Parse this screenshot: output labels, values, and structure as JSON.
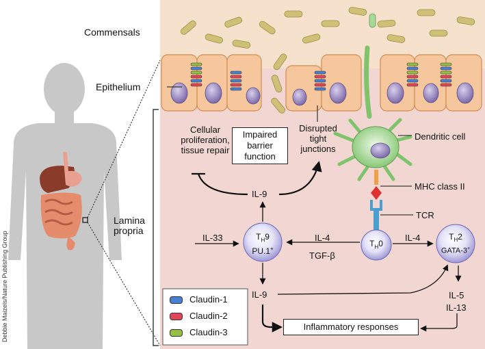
{
  "credit": "Debbie Maizels/Nature Publishing Group",
  "regions": {
    "commensals": "Commensals",
    "epithelium": "Epithelium",
    "lamina_propria": "Lamina\npropria"
  },
  "labels": {
    "cellular_proliferation": "Cellular\nproliferation,\ntissue repair",
    "impaired_barrier": "Impaired\nbarrier\nfunction",
    "disrupted_tight_junctions": "Disrupted\ntight\njunctions",
    "dendritic_cell": "Dendritic cell",
    "mhc_class_ii": "MHC class II",
    "tcr": "TCR",
    "il9_top": "IL-9",
    "il33": "IL-33",
    "il4_left": "IL-4",
    "tgf_beta": "TGF-β",
    "il4_right": "IL-4",
    "il9_bottom": "IL-9",
    "il5": "IL-5",
    "il13": "IL-13",
    "inflammatory_responses": "Inflammatory responses"
  },
  "cells": {
    "th9": {
      "name": "T",
      "sub": "H",
      "num": "9",
      "line2": "PU.1",
      "sup2": "+"
    },
    "th0": {
      "name": "T",
      "sub": "H",
      "num": "0"
    },
    "th2": {
      "name": "T",
      "sub": "H",
      "num": "2",
      "line2": "GATA-3",
      "sup2": "+"
    }
  },
  "legend": [
    {
      "label": "Claudin-1",
      "color": "#4a7fd0"
    },
    {
      "label": "Claudin-2",
      "color": "#e0455a"
    },
    {
      "label": "Claudin-3",
      "color": "#93c045"
    }
  ],
  "colors": {
    "lumen": "#f6e1cc",
    "lamina": "#f1d6d1",
    "epithelial_cell": "#f6c79c",
    "nucleus": "#9e8dc2",
    "bacteria": "#cfc077",
    "dendritic": "#a9d99a",
    "t_cell": "#c7c4ea"
  }
}
